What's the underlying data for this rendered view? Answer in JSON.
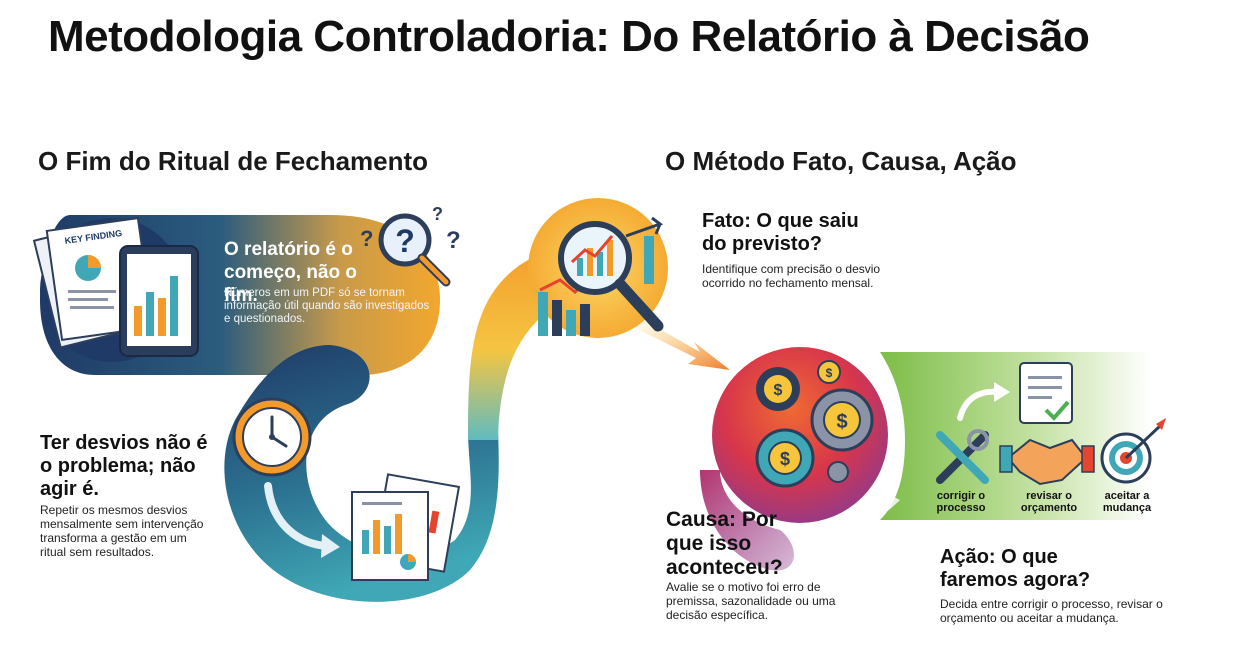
{
  "title": "Metodologia Controladoria: Do Relatório à Decisão",
  "left_section": {
    "title": "O Fim do Ritual de Fechamento",
    "doc_label": "KEY FINDING",
    "card1": {
      "heading": "O relatório é o começo, não o fim.",
      "body": "Números em um PDF só se tornam informação útil quando são investigados e questionados."
    },
    "card2": {
      "heading": "Ter desvios não é o problema; não agir é.",
      "body": "Repetir os mesmos desvios mensalmente sem intervenção transforma a gestão em um ritual sem resultados."
    }
  },
  "right_section": {
    "title": "O Método Fato, Causa, Ação",
    "fato": {
      "heading": "Fato: O que saiu do previsto?",
      "body": "Identifique com precisão o desvio ocorrido no fechamento mensal."
    },
    "causa": {
      "heading": "Causa: Por que isso aconteceu?",
      "body": "Avalie se o motivo foi erro de premissa, sazonalidade ou uma decisão específica."
    },
    "acao": {
      "heading": "Ação: O que faremos agora?",
      "body": "Decida entre corrigir o processo, revisar o orçamento ou aceitar a mudança.",
      "options": [
        "corrigir o processo",
        "revisar o orçamento",
        "aceitar a mudança"
      ]
    }
  },
  "colors": {
    "navy": "#1f3a66",
    "teal": "#3fa7b5",
    "orange": "#f39a2b",
    "yellow": "#f7c53c",
    "red": "#e5452f",
    "purple": "#8e3a8d",
    "green": "#7dbd48"
  }
}
